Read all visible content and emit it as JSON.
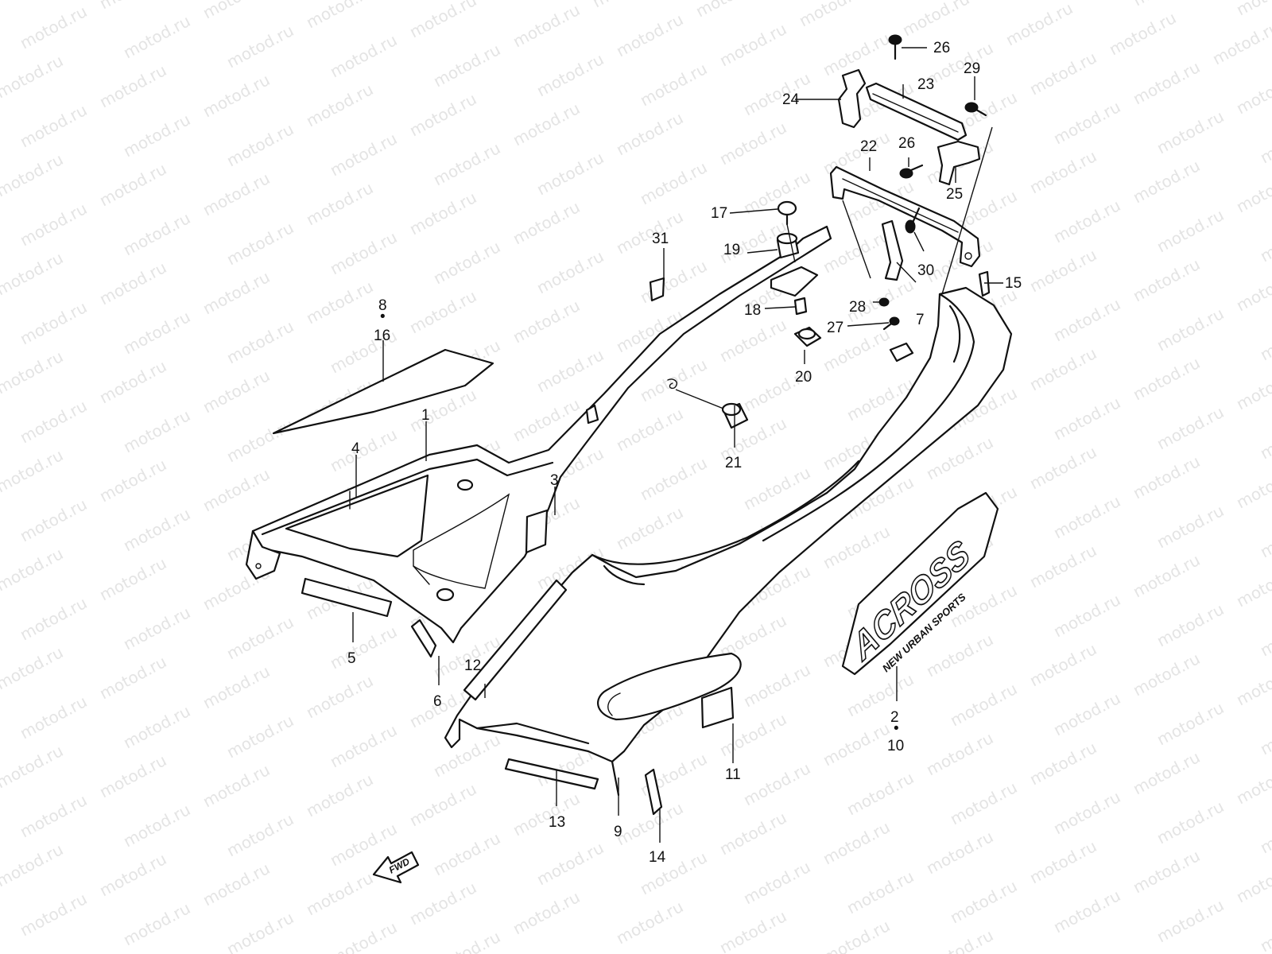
{
  "watermark": {
    "text": "motod.ru",
    "color": "#e4e4e4"
  },
  "logo": {
    "main": "ACROSS",
    "sub": "NEW URBAN SPORTS"
  },
  "fwd_label": "FWD",
  "callouts": [
    {
      "id": "c1",
      "text": "1"
    },
    {
      "id": "c2",
      "text": "2"
    },
    {
      "id": "c2dot",
      "text": "•"
    },
    {
      "id": "c10",
      "text": "10"
    },
    {
      "id": "c3",
      "text": "3"
    },
    {
      "id": "c4",
      "text": "4"
    },
    {
      "id": "c5",
      "text": "5"
    },
    {
      "id": "c6",
      "text": "6"
    },
    {
      "id": "c7",
      "text": "7"
    },
    {
      "id": "c8",
      "text": "8"
    },
    {
      "id": "c8dot",
      "text": "•"
    },
    {
      "id": "c16",
      "text": "16"
    },
    {
      "id": "c9",
      "text": "9"
    },
    {
      "id": "c11",
      "text": "11"
    },
    {
      "id": "c12",
      "text": "12"
    },
    {
      "id": "c13",
      "text": "13"
    },
    {
      "id": "c14",
      "text": "14"
    },
    {
      "id": "c15",
      "text": "15"
    },
    {
      "id": "c17",
      "text": "17"
    },
    {
      "id": "c18",
      "text": "18"
    },
    {
      "id": "c19",
      "text": "19"
    },
    {
      "id": "c20",
      "text": "20"
    },
    {
      "id": "c21",
      "text": "21"
    },
    {
      "id": "c22",
      "text": "22"
    },
    {
      "id": "c23",
      "text": "23"
    },
    {
      "id": "c24",
      "text": "24"
    },
    {
      "id": "c25",
      "text": "25"
    },
    {
      "id": "c26a",
      "text": "26"
    },
    {
      "id": "c26b",
      "text": "26"
    },
    {
      "id": "c27",
      "text": "27"
    },
    {
      "id": "c28",
      "text": "28"
    },
    {
      "id": "c29",
      "text": "29"
    },
    {
      "id": "c30",
      "text": "30"
    },
    {
      "id": "c31",
      "text": "31"
    }
  ]
}
